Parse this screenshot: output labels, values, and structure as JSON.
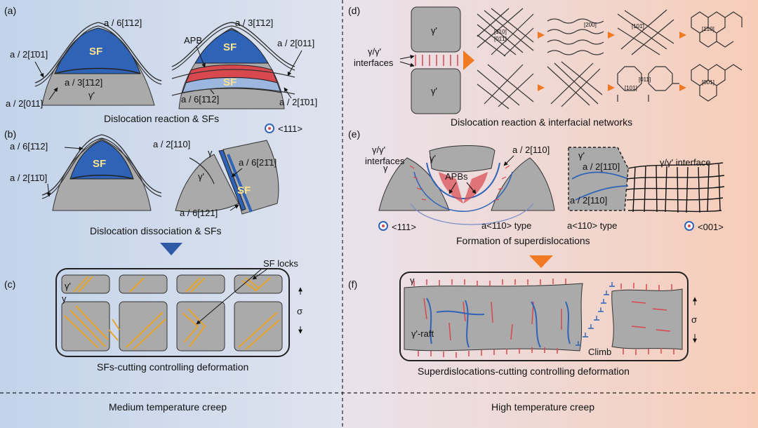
{
  "panels": {
    "a": {
      "label": "(a)",
      "caption": "Dislocation reaction & SFs",
      "sf": "SF",
      "apb": "APB",
      "gamma_prime": "γ'",
      "v1": "a / 6[1̄12]",
      "v2": "a / 2[1̄01]",
      "v3": "a / 3[1̄12]",
      "v4": "a / 2[011]",
      "v5": "a / 3[1̄12]",
      "v6": "a / 2[011]",
      "v7": "a / 6[1̄12]",
      "v8": "a / 2[1̄01]",
      "axis": "<111>"
    },
    "b": {
      "label": "(b)",
      "caption": "Dislocation dissociation & SFs",
      "sf": "SF",
      "gamma_prime": "γ'",
      "gamma": "γ",
      "v1": "a / 6[1̄12]",
      "v2": "a / 2[11̄0]",
      "v3": "a / 2[110]",
      "v4": "a / 6[21̄1]",
      "v5": "a / 6[121]"
    },
    "c": {
      "label": "(c)",
      "caption": "SFs-cutting controlling deformation",
      "sf_locks": "SF locks",
      "gamma_prime": "γ'",
      "gamma": "γ",
      "sigma": "σ"
    },
    "d": {
      "label": "(d)",
      "caption": "Dislocation reaction & interfacial networks",
      "interfaces": "γ/γ'",
      "interfaces2": "interfaces",
      "gamma_prime": "γ'",
      "tiny": [
        "[1̄10]",
        "[01̄1]",
        "[200]",
        "[101̄]",
        "[1̄10]",
        "[011]",
        "[101]",
        "[001]"
      ]
    },
    "e": {
      "label": "(e)",
      "caption": "Formation of superdislocations",
      "interfaces": "γ/γ'",
      "interfaces2": "interfaces",
      "gamma": "γ",
      "gamma_prime": "γ'",
      "apbs": "APBs",
      "v1": "a / 2[110]",
      "v2": "a / 2[11̄0]",
      "v3": "a / 2[110]",
      "type1": "a<110> type",
      "type2": "a<110> type",
      "axis1": "<111>",
      "axis2": "<001>",
      "iface": "γ/γ' interface"
    },
    "f": {
      "label": "(f)",
      "caption": "Superdislocations-cutting controlling deformation",
      "gamma": "γ",
      "raft": "γ'-raft",
      "climb": "Climb",
      "sigma": "σ"
    }
  },
  "footer": {
    "left": "Medium temperature creep",
    "right": "High temperature creep"
  },
  "colors": {
    "left_bg": "#c7d6ea",
    "right_bg": "#f6d3c2",
    "sf_blue": "#2f63b8",
    "apb_red": "#d9474f",
    "sf_light": "#9bb6df",
    "particle": "#b0b0b0",
    "orange": "#f07a24",
    "lock_orange": "#e8a42a",
    "arrow_blue": "#2f5aa6"
  }
}
